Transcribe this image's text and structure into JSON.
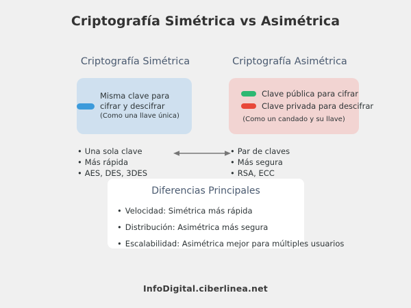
{
  "title": "Criptografía Simétrica vs Asimétrica",
  "colors": {
    "background": "#f0f0f0",
    "title_text": "#333333",
    "heading_text": "#4a5a70",
    "symmetric_box": "#cfe0ef",
    "asymmetric_box": "#f2d4d2",
    "card_background": "#ffffff",
    "key_blue": "#3d9bdb",
    "key_green": "#2eb872",
    "key_red": "#e8483a",
    "arrow": "#777777",
    "body_text": "#2d3436"
  },
  "symmetric": {
    "heading": "Criptografía Simétrica",
    "box": {
      "icon": "key-pill-blue-icon",
      "text": "Misma clave para cifrar y descifrar",
      "note": "(Como una llave única)"
    },
    "bullets": [
      "Una sola clave",
      "Más rápida",
      "AES, DES, 3DES"
    ]
  },
  "asymmetric": {
    "heading": "Criptografía Asimétrica",
    "box": {
      "rows": [
        {
          "icon": "key-pill-green-icon",
          "text": "Clave pública para cifrar"
        },
        {
          "icon": "key-pill-red-icon",
          "text": "Clave privada para descifrar"
        }
      ],
      "note": "(Como un candado y su llave)"
    },
    "bullets": [
      "Par de claves",
      "Más segura",
      "RSA, ECC"
    ]
  },
  "connector": {
    "icon": "double-arrow-icon"
  },
  "differences": {
    "title": "Diferencias Principales",
    "items": [
      "Velocidad: Simétrica más rápida",
      "Distribución: Asimétrica más segura",
      "Escalabilidad: Asimétrica mejor para múltiples usuarios"
    ]
  },
  "footer": "InfoDigital.ciberlinea.net",
  "bullet_glyph": "•"
}
